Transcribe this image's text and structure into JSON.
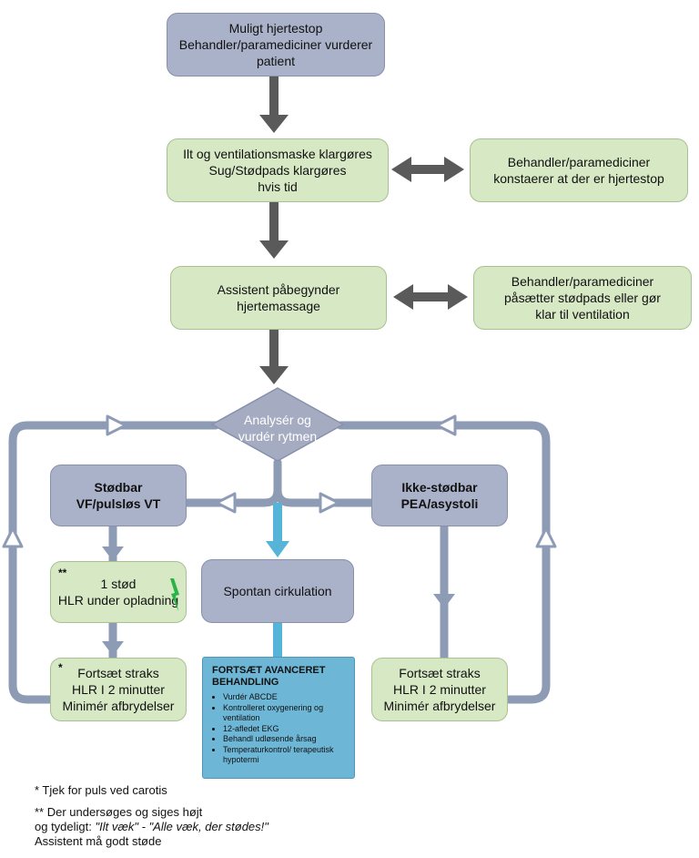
{
  "boxes": {
    "top": [
      "Muligt hjertestop",
      "Behandler/paramediciner vurderer",
      "patient"
    ],
    "prepare": [
      "Ilt og ventilationsmaske klargøres",
      "Sug/Stødpads klargøres",
      "hvis tid"
    ],
    "confirm": [
      "Behandler/paramediciner",
      "konstaerer at der er hjertestop"
    ],
    "massage": [
      "Assistent påbegynder",
      "hjertemassage"
    ],
    "pads": [
      "Behandler/paramediciner",
      "påsætter stødpads eller gør",
      "klar til ventilation"
    ],
    "analyse": [
      "Analysér og",
      "vurdér rytmen"
    ],
    "shockable": [
      "Stødbar",
      "VF/pulsløs VT"
    ],
    "non_shockable": [
      "Ikke-stødbar",
      "PEA/asystoli"
    ],
    "shock": {
      "stars": "**",
      "lines": [
        "1 stød",
        "HLR under opladning"
      ]
    },
    "rosc": "Spontan cirkulation",
    "continue_left": {
      "stars": "*",
      "lines": [
        "Fortsæt straks",
        "HLR I 2 minutter",
        "Minimér afbrydelser"
      ]
    },
    "continue_right": [
      "Fortsæt straks",
      "HLR I 2 minutter",
      "Minimér afbrydelser"
    ],
    "advanced": {
      "title": [
        "FORTSÆT AVANCERET",
        "BEHANDLING"
      ],
      "items": [
        "Vurdér ABCDE",
        "Kontrolleret oxygenering og ventilation",
        "12-afledet EKG",
        "Behandl udløsende årsag",
        "Temperaturkontrol/ terapeutisk hypotermi"
      ]
    }
  },
  "notes": {
    "note1": "* Tjek for puls ved carotis",
    "note2_line1": "** Der undersøges og siges højt",
    "note2_line2_prefix": "og tydeligt: ",
    "note2_line2_quote": "\"Ilt væk\" - \"Alle væk, der stødes!\"",
    "note2_line3": "Assistent må godt støde"
  },
  "colors": {
    "blue_box": "#aab2c9",
    "green_box": "#d7e8c5",
    "arrow_dark": "#5a5a5a",
    "loop": "#8e9bb5",
    "cyan": "#55b4d8",
    "advanced_box": "#6db6d6",
    "shock_icon": "#2bb34a"
  }
}
